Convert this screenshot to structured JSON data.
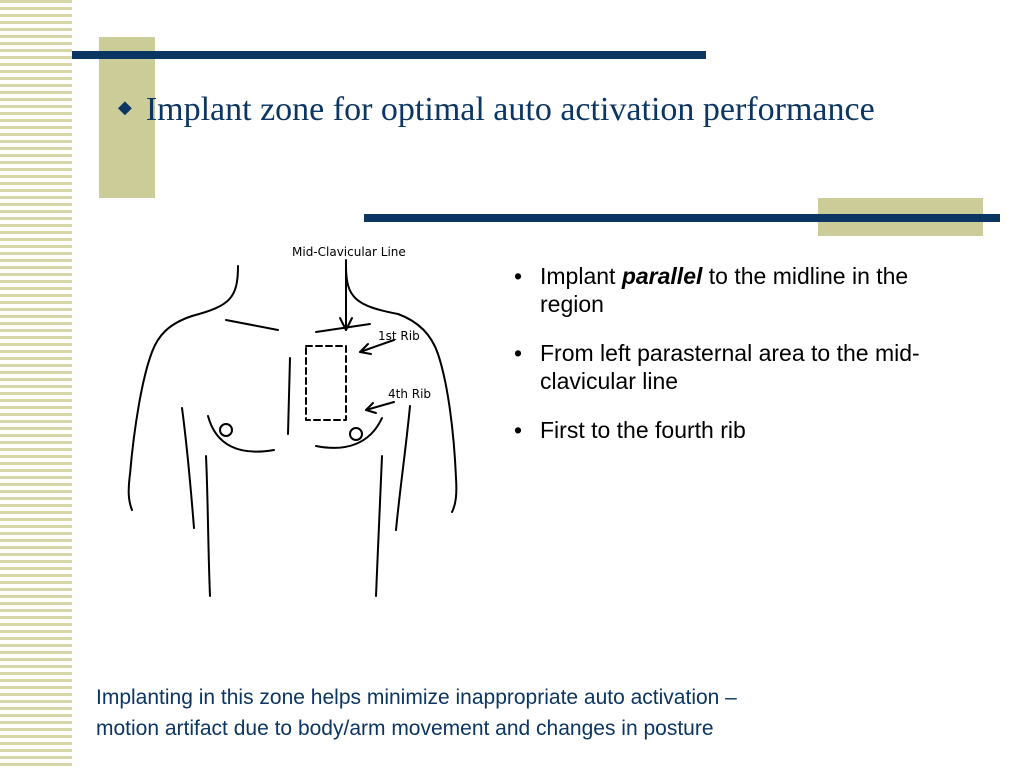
{
  "slide": {
    "title": "Implant zone for optimal auto activation performance",
    "bullet_icon": "diamond-bullet-icon",
    "colors": {
      "navy": "#0b3562",
      "khaki": "#cccc99"
    }
  },
  "diagram": {
    "label_mid_clavicular": "Mid-Clavicular Line",
    "label_first_rib": "1st Rib",
    "label_fourth_rib": "4th Rib"
  },
  "bullets": [
    {
      "before": "Implant ",
      "emphasis": "parallel",
      "after": " to the midline in the region"
    },
    {
      "text": "From left parasternal area to the mid-clavicular line"
    },
    {
      "text": "First to the fourth rib"
    }
  ],
  "footer": {
    "line1": "Implanting in this zone helps minimize inappropriate auto activation –",
    "line2": "motion artifact due to body/arm movement and changes in posture"
  }
}
